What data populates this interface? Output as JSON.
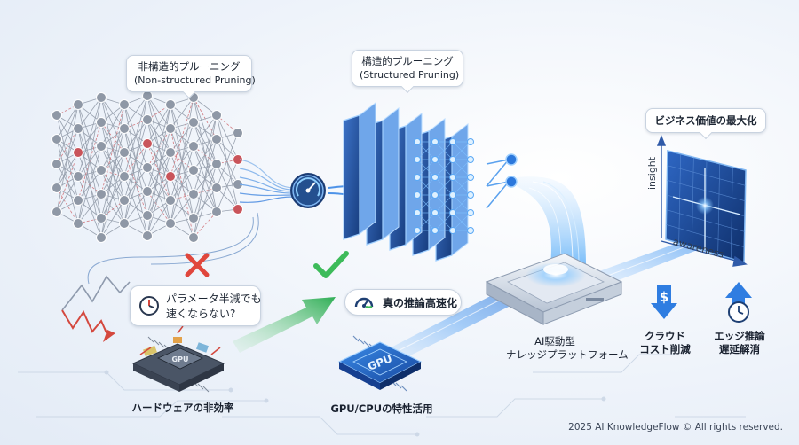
{
  "labels": {
    "non_structured_ja": "非構造的プルーニング",
    "non_structured_en": "(Non-structured Pruning)",
    "structured_ja": "構造的プルーニング",
    "structured_en": "(Structured Pruning)",
    "business_value": "ビジネス価値の最大化",
    "axis_y": "insight",
    "axis_x": "awareness",
    "question_line1": "パラメータ半減でも",
    "question_line2": "速くならない?",
    "inference_speedup": "真の推論高速化",
    "gpu_chip_text": "GPU",
    "gpu_chip_text_small": "GPU",
    "platform_line1": "AI駆動型",
    "platform_line2": "ナレッジプラットフォーム",
    "cloud_cost_line1": "クラウド",
    "cloud_cost_line2": "コスト削減",
    "edge_line1": "エッジ推論",
    "edge_line2": "遅延解消",
    "hardware_inefficiency": "ハードウェアの非効率",
    "gpu_cpu_usage": "GPU/CPUの特性活用",
    "footer": "2025 AI KnowledgeFlow © All rights reserved."
  },
  "icons": {
    "cross": "cross-icon",
    "check": "check-icon",
    "clock": "clock-icon",
    "gauge": "gauge-icon",
    "dollar_down": "dollar-down-icon",
    "clock_up": "clock-up-icon"
  },
  "colors": {
    "accent_blue": "#2f7de1",
    "glow_blue": "#58b4ff",
    "cross_red": "#e0463c",
    "check_green": "#3dbb5a",
    "pruned_red": "#c9545a",
    "node_gray": "#8f98a6"
  }
}
